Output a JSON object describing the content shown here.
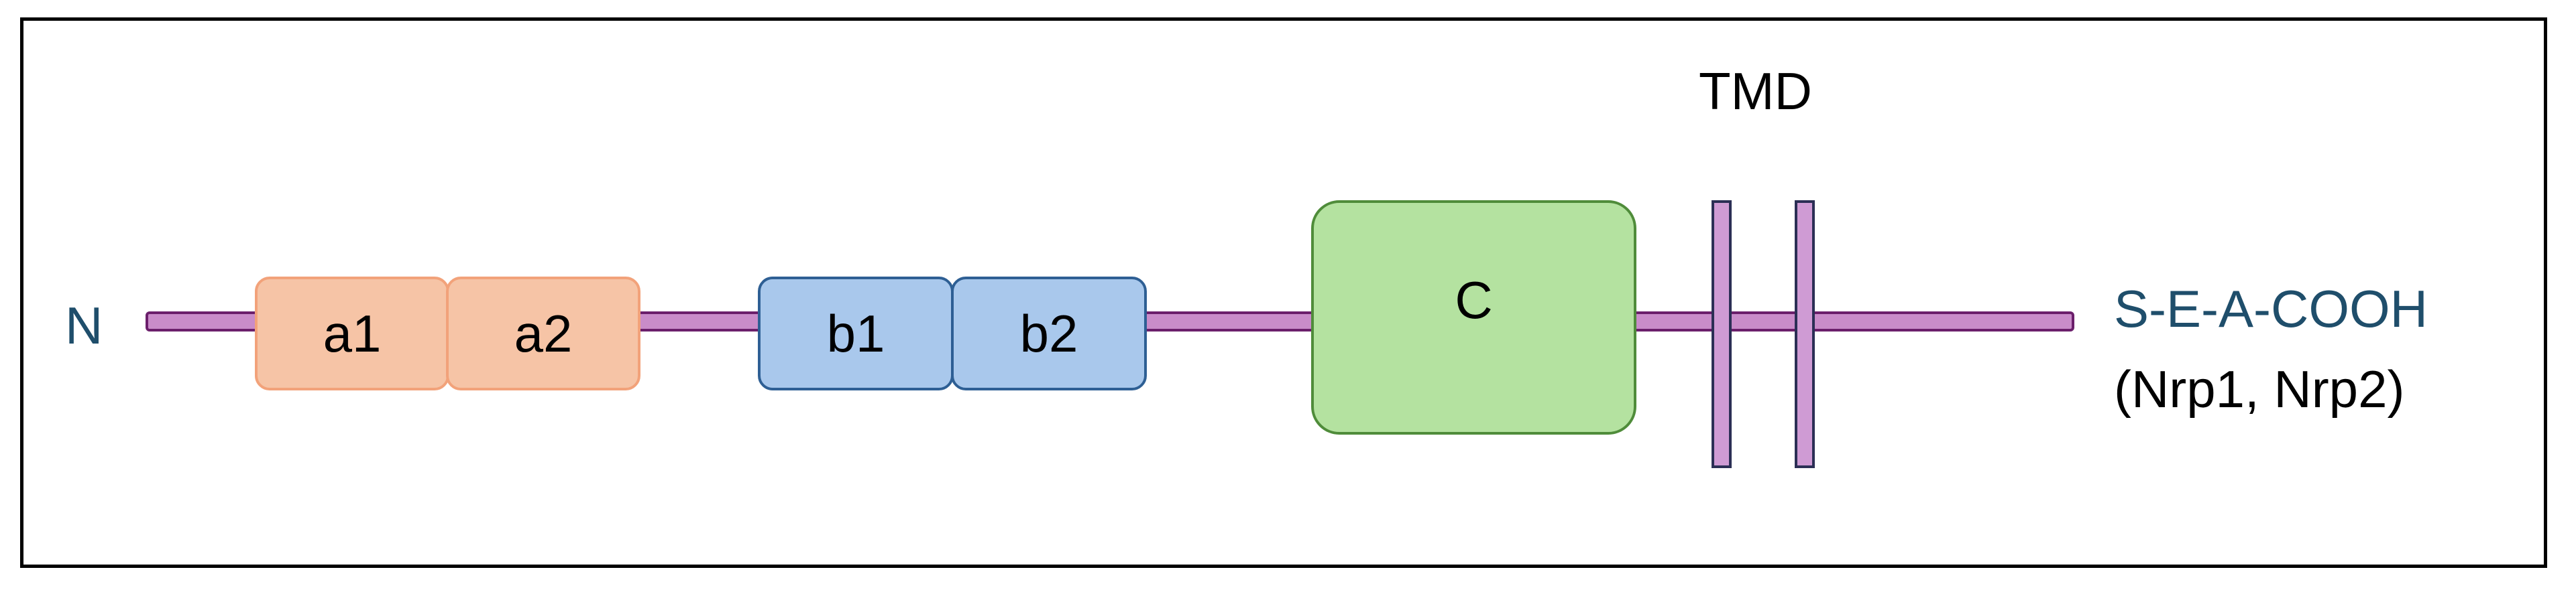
{
  "labels": {
    "n_terminus": "N",
    "tmd": "TMD",
    "c_terminus_motif": "S-E-A-COOH",
    "c_terminus_note": "(Nrp1, Nrp2)"
  },
  "domains": {
    "a1": "a1",
    "a2": "a2",
    "b1": "b1",
    "b2": "b2",
    "c": "C"
  },
  "colors": {
    "text_accent": "#1f4e6b",
    "backbone_fill": "#c98cc9",
    "backbone_stroke": "#6b1f6b",
    "a_domain_fill": "#f6c4a6",
    "a_domain_stroke": "#f2a27a",
    "b_domain_fill": "#a9c8ec",
    "b_domain_stroke": "#2e5f94",
    "c_domain_fill": "#b4e2a0",
    "c_domain_stroke": "#4f8c3a"
  }
}
